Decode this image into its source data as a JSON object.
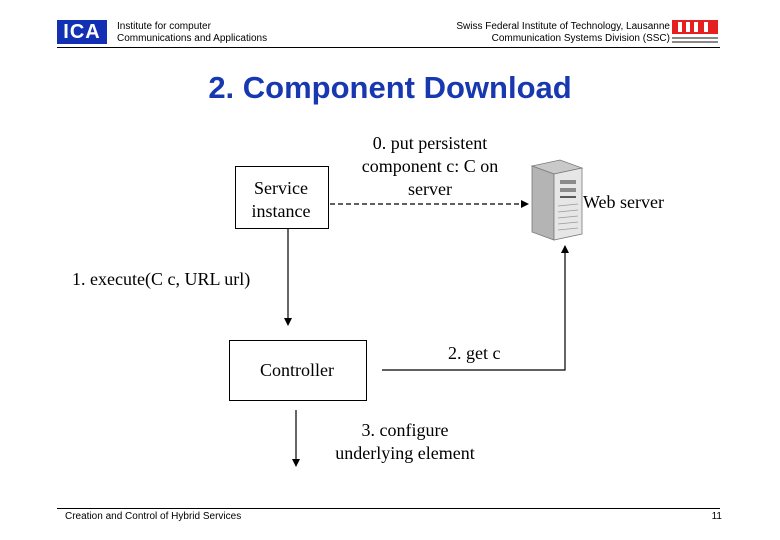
{
  "header": {
    "logo_text": "ICA",
    "left_line1": "Institute for computer",
    "left_line2": "Communications and Applications",
    "right_line1": "Swiss Federal Institute of Technology, Lausanne",
    "right_line2": "Communication Systems Division (SSC)"
  },
  "title": "2. Component Download",
  "diagram": {
    "service_line1": "Service",
    "service_line2": "instance",
    "put_line1": "0. put persistent",
    "put_line2": "component c: C on",
    "put_line3": "server",
    "web_server": "Web server",
    "execute": "1. execute(C c, URL url)",
    "controller": "Controller",
    "get": "2. get c",
    "configure_line1": "3. configure",
    "configure_line2": "underlying element"
  },
  "footer": {
    "title": "Creation and Control of Hybrid Services",
    "page": "11"
  }
}
